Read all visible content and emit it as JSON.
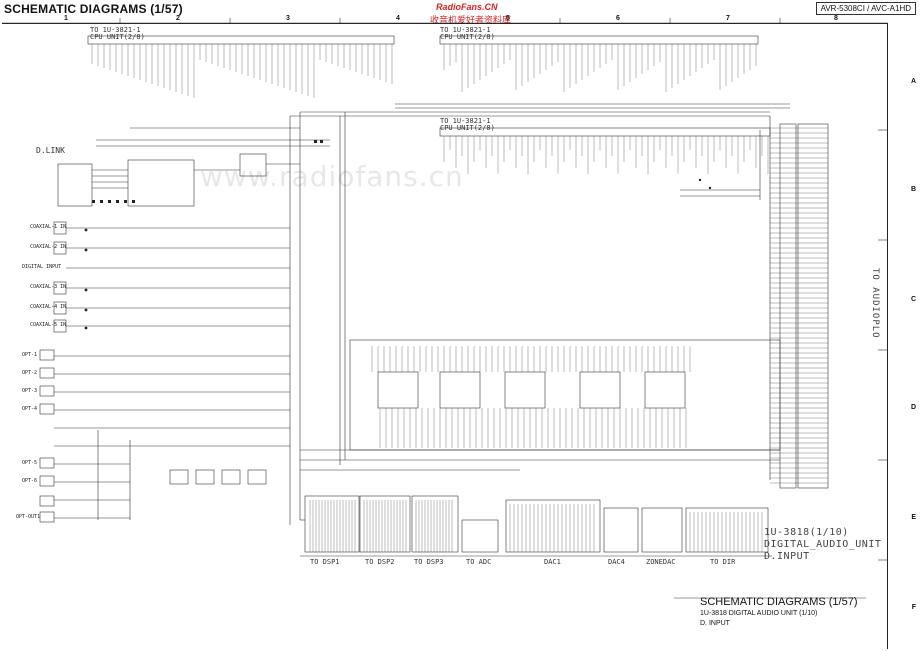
{
  "header": {
    "title": "SCHEMATIC DIAGRAMS (1/57)",
    "model": "AVR-5308CI / AVC-A1HD",
    "watermark_site": "RadioFans.CN",
    "watermark_cn": "收音机爱好者资料库",
    "watermark_big": "www.radiofans.cn"
  },
  "grid": {
    "columns": [
      "1",
      "2",
      "3",
      "4",
      "5",
      "6",
      "7",
      "8"
    ],
    "rows": [
      "A",
      "B",
      "C",
      "D",
      "E",
      "F"
    ]
  },
  "connectors": {
    "cpu1": {
      "line1": "TO 1U-3821-1",
      "line2": "CPU UNIT(2/8)"
    },
    "cpu2": {
      "line1": "TO 1U-3821-1",
      "line2": "CPU UNIT(2/8)"
    },
    "cpu3": {
      "line1": "TO 1U-3821-1",
      "line2": "CPU UNIT(2/8)"
    },
    "dlink": "D.LINK",
    "audioplo": "TO AUDIOPLO"
  },
  "inputs": [
    "COAXIAL-1 IN",
    "COAXIAL-2 IN",
    "DIGITAL INPUT",
    "COAXIAL-3 IN",
    "COAXIAL-4 IN",
    "COAXIAL-5 IN",
    "OPT-1",
    "OPT-2",
    "OPT-3",
    "OPT-4",
    "OPT-5",
    "OPT-6",
    "OPT-OUT1"
  ],
  "bottom_blocks": [
    "TO DSP1",
    "TO DSP2",
    "TO DSP3",
    "TO ADC",
    "DAC1",
    "DAC4",
    "ZONEDAC",
    "TO DIR"
  ],
  "unit_label": {
    "line1": "1U-3818(1/10)",
    "line2": "DIGITAL_AUDIO_UNIT",
    "line3": "D.INPUT"
  },
  "footer": {
    "title": "SCHEMATIC DIAGRAMS (1/57)",
    "line2": "1U-3818   DIGITAL AUDIO UNIT (1/10)",
    "line3": "D. INPUT"
  }
}
